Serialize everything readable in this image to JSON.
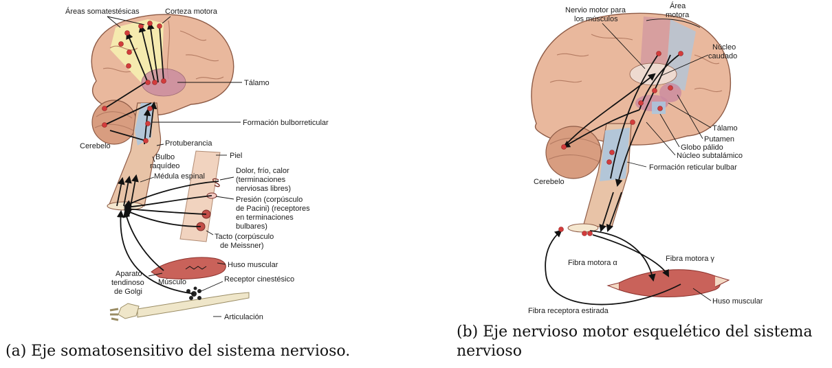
{
  "panel_a": {
    "labels": {
      "areas_somatosensitivas": "Áreas somatestésicas",
      "corteza_motora": "Corteza motora",
      "talamo": "Tálamo",
      "formacion_bulborreticular": "Formación bulborreticular",
      "cerebelo": "Cerebelo",
      "protuberancia": "Protuberancia",
      "bulbo_1": "Bulbo",
      "bulbo_2": "raquídeo",
      "medula": "Médula espinal",
      "piel": "Piel",
      "dolor_1": "Dolor, frío, calor",
      "dolor_2": "(terminaciones",
      "dolor_3": "nerviosas libres)",
      "presion_1": "Presión (corpúsculo",
      "presion_2": "de Pacini) (receptores",
      "presion_3": "en terminaciones",
      "presion_4": "bulbares)",
      "tacto_1": "Tacto (corpúsculo",
      "tacto_2": "de Meissner)",
      "huso": "Huso muscular",
      "aparato_1": "Aparato",
      "aparato_2": "tendinoso",
      "aparato_3": "de Golgi",
      "musculo": "Músculo",
      "receptor": "Receptor cinestésico",
      "articulacion": "Articulación"
    },
    "caption": "(a) Eje somatosensitivo del sistema nervioso."
  },
  "panel_b": {
    "labels": {
      "nervio_1": "Nervio motor para",
      "nervio_2": "los músculos",
      "area_1": "Área",
      "area_2": "motora",
      "nucleo_1": "Núcleo",
      "nucleo_2": "caudado",
      "talamo": "Tálamo",
      "putamen": "Putamen",
      "globo": "Globo pálido",
      "subtalamico": "Núcleo subtalámico",
      "reticular": "Formación reticular bulbar",
      "cerebelo": "Cerebelo",
      "fibra_alfa": "Fibra motora α",
      "fibra_gamma": "Fibra motora γ",
      "huso": "Huso muscular",
      "fibra_receptora": "Fibra receptora estirada"
    },
    "caption": "(b) Eje nervioso motor esquelético del sistema nervioso"
  },
  "colors": {
    "brain": "#e9b89d",
    "sensory_area": "#f6efb1",
    "thalamus": "#c98aa0",
    "reticular": "#a9c7e1",
    "synapse_dot": "#d23c3c",
    "muscle": "#c9625a"
  }
}
